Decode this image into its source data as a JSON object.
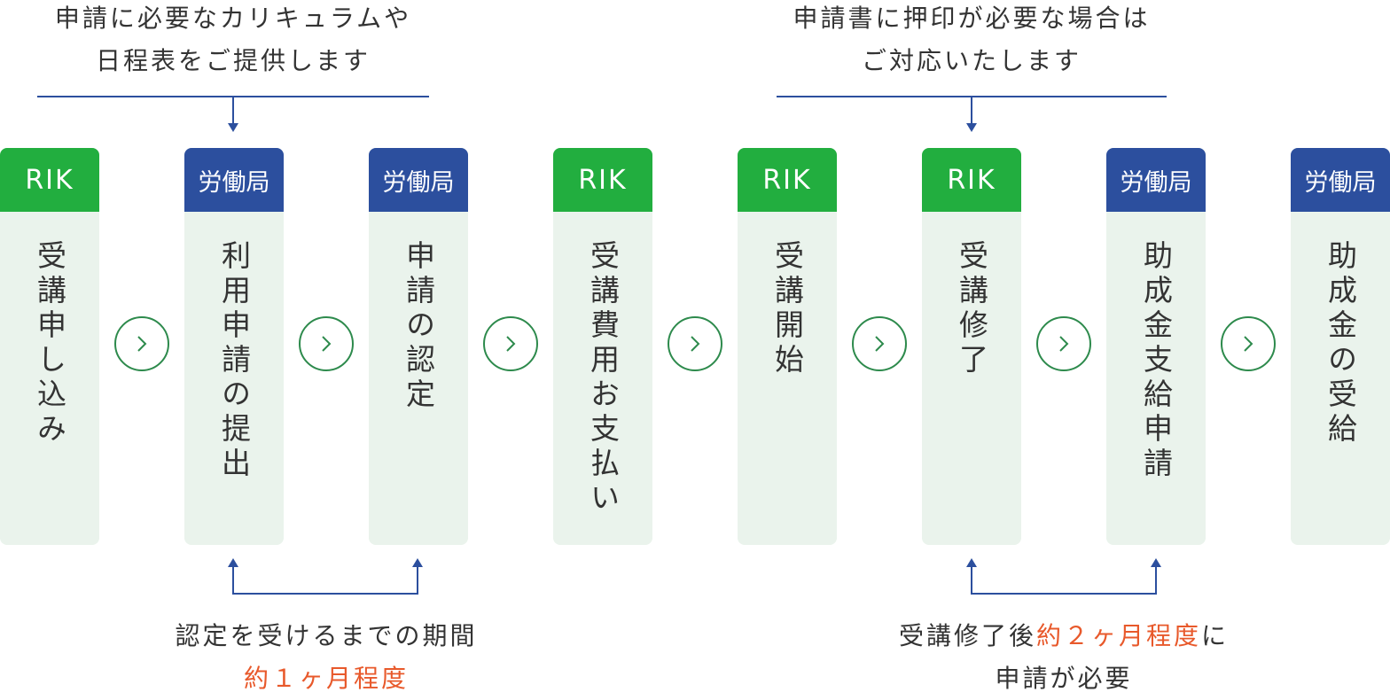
{
  "notes": {
    "top_left": [
      "申請に必要なカリキュラムや",
      "日程表をご提供します"
    ],
    "top_right": [
      "申請書に押印が必要な場合は",
      "ご対応いたします"
    ],
    "bottom_left": {
      "line1": "認定を受けるまでの期間",
      "line2": "約１ヶ月程度"
    },
    "bottom_right": {
      "line1_pre": "受講修了後",
      "line1_accent": "約２ヶ月程度",
      "line1_post": "に",
      "line2": "申請が必要"
    }
  },
  "steps": [
    {
      "badge": "RIK",
      "label": "受講申し込み"
    },
    {
      "badge": "労働局",
      "label": "利用申請の提出"
    },
    {
      "badge": "労働局",
      "label": "申請の認定"
    },
    {
      "badge": "RIK",
      "label": "受講費用お支払い"
    },
    {
      "badge": "RIK",
      "label": "受講開始"
    },
    {
      "badge": "RIK",
      "label": "受講修了"
    },
    {
      "badge": "労働局",
      "label": "助成金支給申請"
    },
    {
      "badge": "労働局",
      "label": "助成金の受給"
    }
  ],
  "colors": {
    "rik_badge": "#22ae3f",
    "rodo_badge": "#2c4f9e",
    "card_bg": "#eaf3ec",
    "accent_text": "#e8592b",
    "connector": "#2c4f9e",
    "chevron": "#2d8a4c"
  },
  "icons": {
    "step_separator": "chevron-right-circle-icon"
  }
}
